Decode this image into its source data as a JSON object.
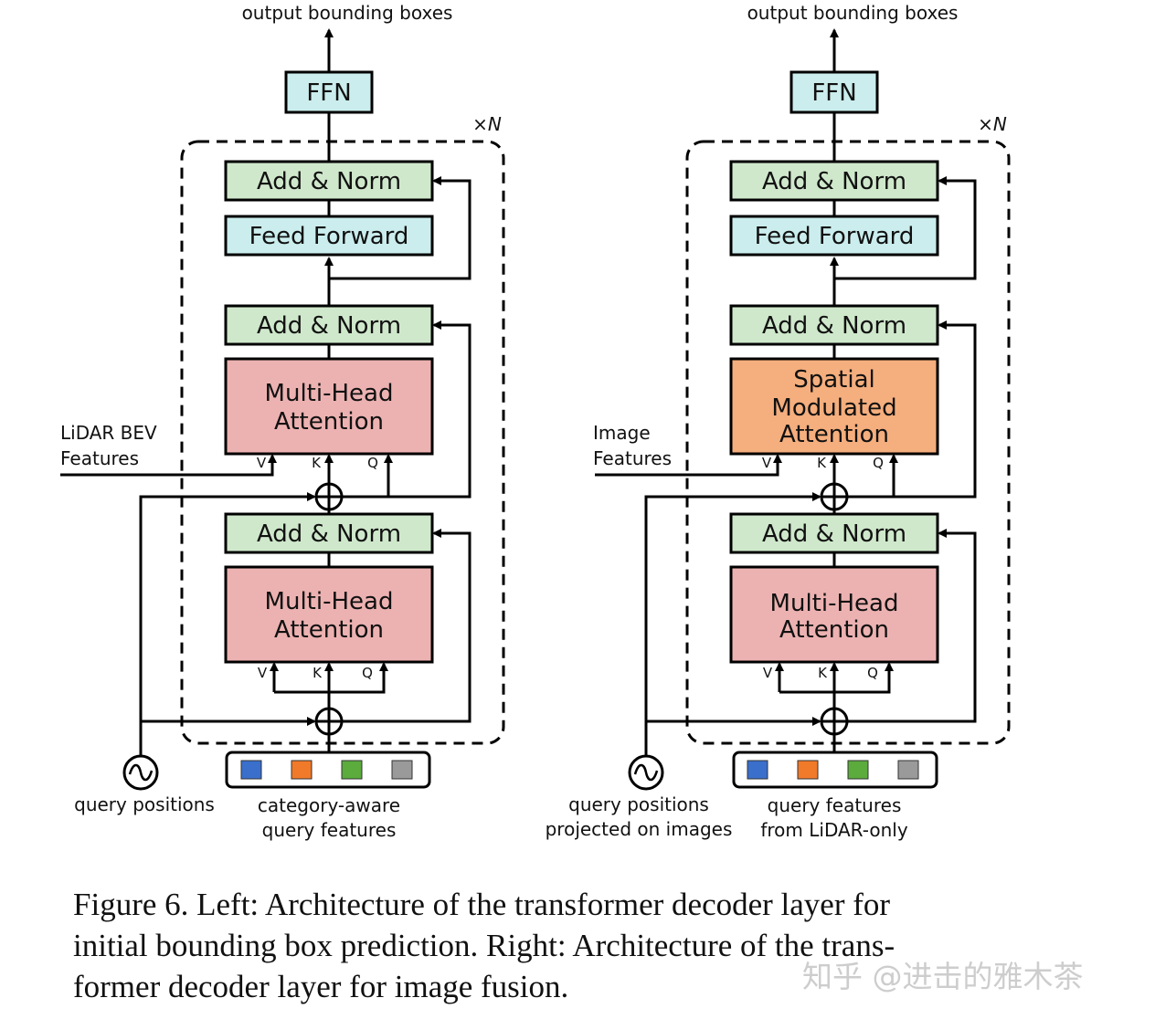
{
  "colors": {
    "norm": "#cfe8cb",
    "feed": "#cbeded",
    "attn": "#ecb2b1",
    "spatial": "#f5ae7d",
    "tokens": [
      "#3a6fcb",
      "#f07a2a",
      "#5bab3d",
      "#9a9a9a"
    ]
  },
  "left": {
    "output": "output bounding boxes",
    "ffn": "FFN",
    "repeat": "×N",
    "add_norm_top": "Add & Norm",
    "feed_forward": "Feed Forward",
    "add_norm_mid": "Add & Norm",
    "attn_top_line1": "Multi-Head",
    "attn_top_line2": "Attention",
    "features_line1": "LiDAR BEV",
    "features_line2": "Features",
    "v": "V",
    "k": "K",
    "q": "Q",
    "add_norm_bot": "Add & Norm",
    "attn_bot_line1": "Multi-Head",
    "attn_bot_line2": "Attention",
    "v2": "V",
    "k2": "K",
    "q2": "Q",
    "pos_label": "query positions",
    "feat_line1": "category-aware",
    "feat_line2": "query features"
  },
  "right": {
    "output": "output bounding boxes",
    "ffn": "FFN",
    "repeat": "×N",
    "add_norm_top": "Add & Norm",
    "feed_forward": "Feed Forward",
    "add_norm_mid": "Add & Norm",
    "attn_top_line1": "Spatial",
    "attn_top_line2": "Modulated",
    "attn_top_line3": "Attention",
    "features_line1": "Image",
    "features_line2": "Features",
    "v": "V",
    "k": "K",
    "q": "Q",
    "add_norm_bot": "Add & Norm",
    "attn_bot_line1": "Multi-Head",
    "attn_bot_line2": "Attention",
    "v2": "V",
    "k2": "K",
    "q2": "Q",
    "pos_line1": "query positions",
    "pos_line2": "projected on images",
    "feat_line1": "query features",
    "feat_line2": "from LiDAR-only"
  },
  "caption": {
    "line1": "Figure 6.  Left:  Architecture of the transformer decoder layer for",
    "line2": "initial bounding box prediction.  Right:  Architecture of the trans-",
    "line3": "former decoder layer for image fusion."
  },
  "watermark": "知乎 @进击的雅木茶"
}
